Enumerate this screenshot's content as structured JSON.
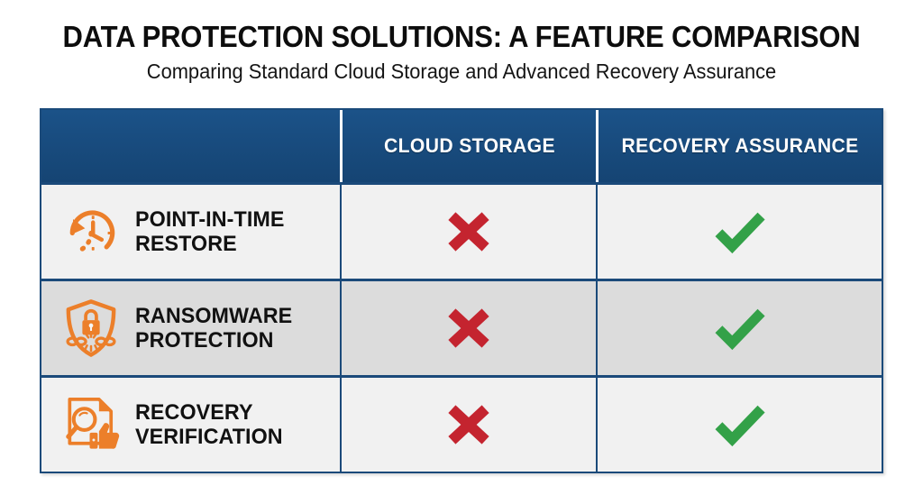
{
  "header": {
    "title": "DATA PROTECTION SOLUTIONS: A FEATURE COMPARISON",
    "subtitle": "Comparing Standard Cloud Storage and Advanced Recovery Assurance"
  },
  "colors": {
    "navy": "#174a7c",
    "orange": "#ec7f2a",
    "red_cross": "#c4242f",
    "green_check": "#33a148",
    "row_light": "#f1f1f1",
    "row_alt": "#dcdcdc",
    "page_background": "#ffffff",
    "title_text": "#0d0d0d"
  },
  "table": {
    "columns": [
      {
        "key": "feature",
        "label": ""
      },
      {
        "key": "cloud_storage",
        "label": "CLOUD STORAGE"
      },
      {
        "key": "recovery_assurance",
        "label": "RECOVERY ASSURANCE"
      }
    ],
    "rows": [
      {
        "icon": "clock-restore-icon",
        "feature_line1": "POINT-IN-TIME",
        "feature_line2": "RESTORE",
        "cloud_storage": "cross-mark",
        "cloud_storage_value": "no",
        "recovery_assurance": "check-mark",
        "recovery_assurance_value": "yes",
        "shaded": false
      },
      {
        "icon": "shield-lock-broken-chain-icon",
        "feature_line1": "RANSOMWARE",
        "feature_line2": "PROTECTION",
        "cloud_storage": "cross-mark",
        "cloud_storage_value": "no",
        "recovery_assurance": "check-mark",
        "recovery_assurance_value": "yes",
        "shaded": true
      },
      {
        "icon": "document-magnifier-thumbsup-icon",
        "feature_line1": "RECOVERY",
        "feature_line2": "VERIFICATION",
        "cloud_storage": "cross-mark",
        "cloud_storage_value": "no",
        "recovery_assurance": "check-mark",
        "recovery_assurance_value": "yes",
        "shaded": false
      }
    ]
  },
  "chart_data": {
    "type": "table",
    "title": "DATA PROTECTION SOLUTIONS: A FEATURE COMPARISON",
    "subtitle": "Comparing Standard Cloud Storage and Advanced Recovery Assurance",
    "categories": [
      "POINT-IN-TIME RESTORE",
      "RANSOMWARE PROTECTION",
      "RECOVERY VERIFICATION"
    ],
    "series": [
      {
        "name": "CLOUD STORAGE",
        "values": [
          "no",
          "no",
          "no"
        ]
      },
      {
        "name": "RECOVERY ASSURANCE",
        "values": [
          "yes",
          "yes",
          "yes"
        ]
      }
    ],
    "legend": "none",
    "grid": true
  }
}
